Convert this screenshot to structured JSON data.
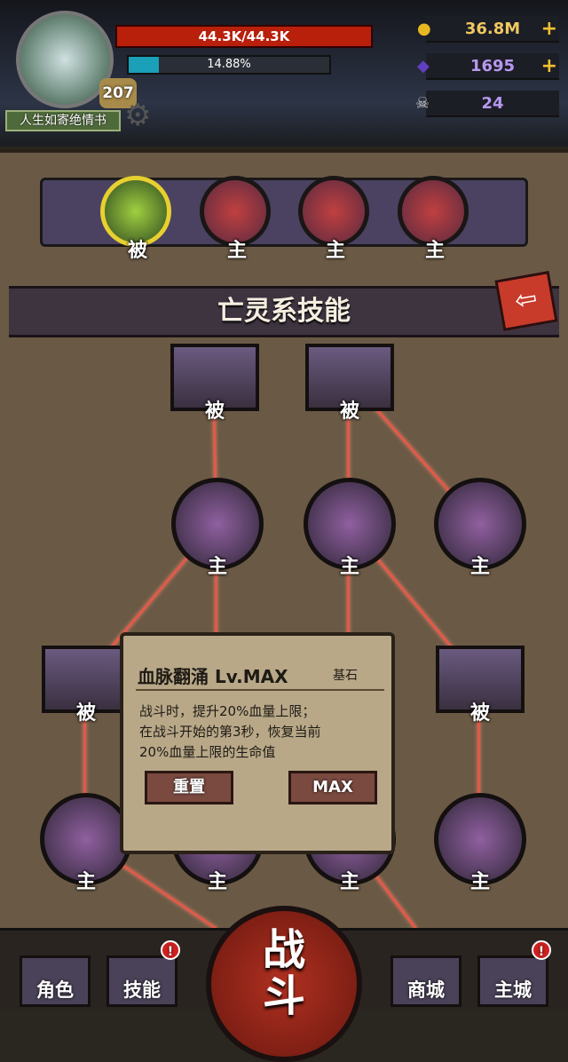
{
  "player": {
    "name": "人生如寄绝情书",
    "level": "207",
    "hp": "44.3K/44.3K",
    "xp_label": "14.88%",
    "xp_percent": 14.88
  },
  "resources": [
    {
      "icon": "gold-coin-icon",
      "value": "36.8M"
    },
    {
      "icon": "gem-icon",
      "value": "1695"
    },
    {
      "icon": "ram-skull-icon",
      "value": "24"
    }
  ],
  "skill_slots": [
    {
      "tag": "被",
      "selected": true
    },
    {
      "tag": "主"
    },
    {
      "tag": "主"
    },
    {
      "tag": "主"
    }
  ],
  "section_title": "亡灵系技能",
  "tree": {
    "row1": [
      {
        "tag": "被"
      },
      {
        "tag": "被"
      }
    ],
    "row2": [
      {
        "tag": "主"
      },
      {
        "tag": "主"
      },
      {
        "tag": "主"
      }
    ],
    "row3": [
      {
        "tag": "被"
      },
      {
        "tag": "被"
      }
    ],
    "row4": [
      {
        "tag": "主"
      },
      {
        "tag": "主"
      },
      {
        "tag": "主"
      },
      {
        "tag": "主"
      }
    ]
  },
  "tooltip": {
    "title": "血脉翻涌 Lv.MAX",
    "subtitle": "基石",
    "description": "战斗时，提升20%血量上限；\n在战斗开始的第3秒，恢复当前\n20%血量上限的生命值",
    "reset_label": "重置",
    "max_label": "MAX"
  },
  "nav": {
    "role": "角色",
    "skill": "技能",
    "fight": "战\n斗",
    "shop": "商城",
    "city": "主城"
  },
  "colors": {
    "accent": "#c83a2a",
    "hp": "#b8200c",
    "xp": "#1aa0b8",
    "link": "#e05a48"
  }
}
